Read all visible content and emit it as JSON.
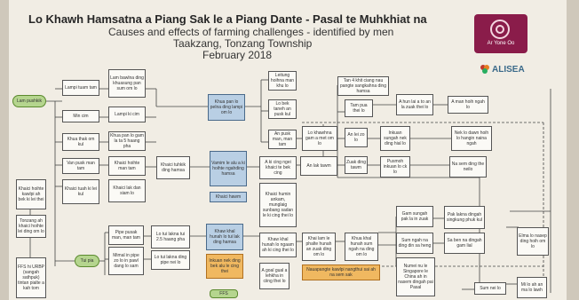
{
  "header": {
    "title": "Lo Khawh Hamsatna a Piang Sak le a Piang Dante - Pasal te Muhkhiat na",
    "subtitle1": "Causes and effects of farming challenges - identified by men",
    "subtitle2": "Taakzang, Tonzang Township",
    "subtitle3": "February 2018"
  },
  "logos": {
    "org1": "Ar Yone Oo",
    "org2": "ALISEA"
  },
  "colors": {
    "root_green": "#b5d58e",
    "highlight_blue": "#b9cfe4",
    "highlight_orange": "#f0b860"
  },
  "nodes": {
    "lam_pushkik": "Lam pushkik",
    "lampi_tuamtam": "Lampi tuam tam",
    "lam_bawlna": "Lam bawlna ding khuasung pan sum om lo",
    "khua_thak": "Khua thak om kul",
    "min_cim": "Min cim",
    "lampi_ki_cim": "Lampi ki cim",
    "khua_pan_gam": "Khua pan lo gam la ta 5 haang pha",
    "khua_pan_lo_pelna": "Khua pan lo pelna ding lampi om lo",
    "lo_bek_taneh": "Lo bek taneh an pusk kul",
    "lei_tung_ho": "Leitung hoihna man khu lo",
    "an_pusk_man": "An pusk man, man tam",
    "tan4_khit": "Tan 4 khit ciang nau pangte sangkahna ding hamsa",
    "tam_pua": "Tam pua thei lo",
    "a_hun_lai": "A hun lai a to an la zuak thei lo",
    "a_man_hoih": "A man hoih ngah lo",
    "lo_khawhna": "Lo khawhna gam a met om lo",
    "an_lei_zo": "An lei zo lo",
    "inkuan_sungah_dang": "Inkuan sungah nek ding hial lo",
    "nek_lo": "Nek lo dawn hoih lo hangin naina ngah",
    "na_sem_ding": "Na sem ding the neilo",
    "van_pusk": "Van pusk man tam",
    "khaici_hoihte": "Khaici hoihte man tam",
    "khaici_tuhkik": "Khaici tuhkik ding hamsa",
    "vamim_le_alu": "Vamim le alu a ki hoihte ngahding hamsa",
    "a_ki_cing_ngei": "A ki cing ngei khaici te bek cing",
    "an_lak_tawm": "An lak tawm",
    "zuak_ding": "Zuak ding tawm",
    "pusmoh_inkuan": "Pusmoh inkuan lo ck lo",
    "khaici_hoihte_kawlpi": "Khaici hoihte kawlpi ah bek ki lei thei",
    "khaici_tuah_ki_lei": "Khaici tuah ki lei kul",
    "khaici_lak_dan": "Khaici lak dan siam lo",
    "khaici_hawm": "Khaici hawm",
    "khaici_humin": "Khaici humin ankam, munglaig sunbang sadan le ki cing thei lo",
    "tonzang_ah_khaici": "Tonzang ah khaici hoihte lei ding om lo",
    "tui_pia": "Tui pia",
    "pipe_pusak": "Pipe pusak man, man tam",
    "mimal_in_pipe_zo": "Mimal in pipe zo lo in pawl dang lo sam",
    "lo_tui_lakna_2_5": "Lo tui lakna tui 2.5 haang pha",
    "lo_tui_lakna_ding": "Lo tui lakna ding pipe nei lo",
    "khaw_khal_hunah": "Khaw khal hunah lo tui lak ding hamsa",
    "inkuan_nek_ding": "Inkuan nek ding bek alu le cing thei",
    "khaw_khal_hunah2": "Khaw khal hunah lo ngaam ah ki cing thei lo",
    "khai_lam": "Khai lam le phalte hunah an zuak ding om lo",
    "khua_khal": "Khua khal hunah sum ngah na ding om lo",
    "gam_sungah": "Gam sungah pak la in zuak",
    "pak_lakna": "Pak lakna dingah singkung phuk kul",
    "sum_ngah_na_ding": "Sum ngah na ding din sa heng",
    "sa_ben": "Sa ben na dingah gam lial",
    "nauapangte_kawlpi": "Nauapangte kawlpi nangthui sai ah na sem sak",
    "numei_nu": "Numei nu le Singapore le China ah in nasem dingah pai Pasal",
    "ffs": "FFS hi URBP (sangah sathpuk) tintan pialte a kah tom",
    "ffs_box": "FFS",
    "a_goal": "A goal gual a lehkha in ciing thei lo",
    "sum_nei_lo": "Sum nei lo",
    "elma_lo": "Elma lo nasep ding hoih om lo",
    "mi_lo_ah": "Mi lo ah an ma lo lawh"
  }
}
